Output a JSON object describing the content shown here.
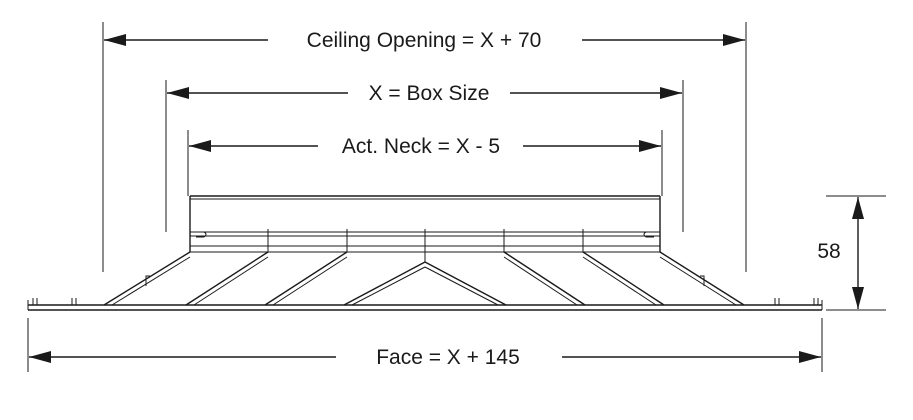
{
  "dimensions": {
    "ceiling_opening": "Ceiling Opening = X + 70",
    "box_size": "X = Box Size",
    "act_neck": "Act. Neck = X - 5",
    "face": "Face = X + 145",
    "height": "58"
  }
}
